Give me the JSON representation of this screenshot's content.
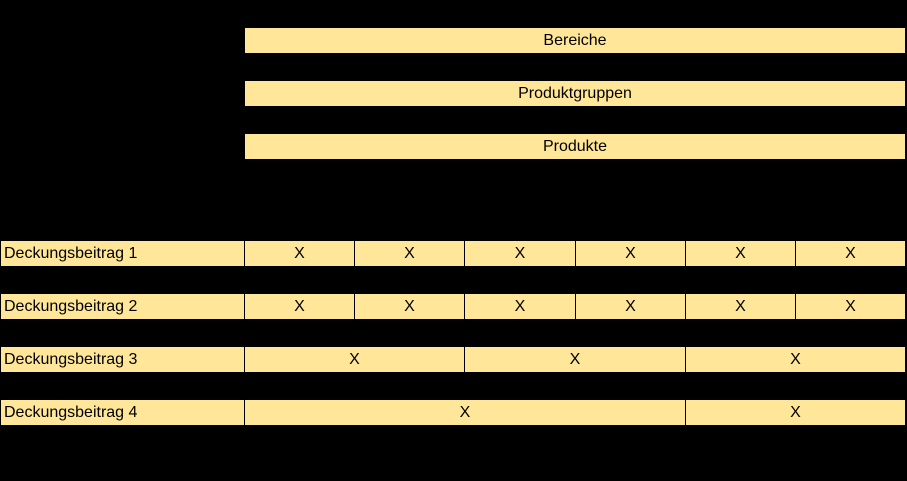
{
  "colors": {
    "background": "#000000",
    "cell_fill": "#FFE699",
    "text": "#000000"
  },
  "hierarchy_levels": [
    {
      "label": "Bereiche"
    },
    {
      "label": "Produktgruppen"
    },
    {
      "label": "Produkte"
    }
  ],
  "rows": [
    {
      "label": "Deckungsbeitrag 1",
      "cells": [
        "X",
        "X",
        "X",
        "X",
        "X",
        "X"
      ]
    },
    {
      "label": "Deckungsbeitrag 2",
      "cells": [
        "X",
        "X",
        "X",
        "X",
        "X",
        "X"
      ]
    },
    {
      "label": "Deckungsbeitrag 3",
      "cells": [
        "X",
        "X",
        "X"
      ]
    },
    {
      "label": "Deckungsbeitrag 4",
      "cells": [
        "X",
        "X"
      ]
    }
  ]
}
